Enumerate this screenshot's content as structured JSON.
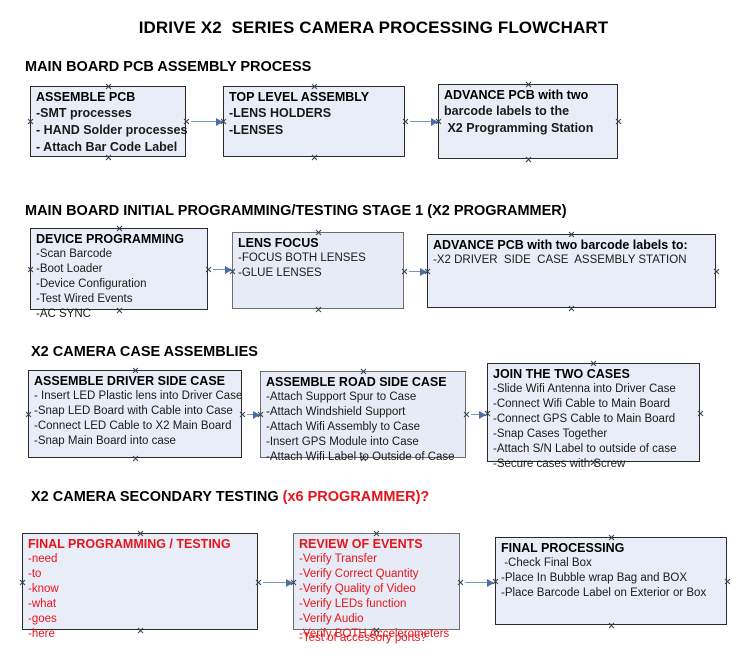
{
  "title": "IDRIVE X2  SERIES CAMERA PROCESSING FLOWCHART",
  "sections": [
    {
      "heading": "MAIN BOARD PCB ASSEMBLY PROCESS",
      "note": ""
    },
    {
      "heading": "MAIN BOARD INITIAL PROGRAMMING/TESTING STAGE 1 (X2 PROGRAMMER)",
      "note": ""
    },
    {
      "heading": "X2 CAMERA CASE ASSEMBLIES",
      "note": ""
    },
    {
      "heading": "X2 CAMERA SECONDARY TESTING ",
      "note": "(x6 PROGRAMMER)?"
    }
  ],
  "nodes": {
    "assemble_pcb": {
      "title": "ASSEMBLE PCB",
      "lines": [
        "-SMT processes",
        "- HAND Solder processes",
        "- Attach Bar Code Label"
      ]
    },
    "top_level_assembly": {
      "title": "TOP LEVEL ASSEMBLY",
      "lines": [
        "-LENS HOLDERS",
        "-LENSES"
      ]
    },
    "advance_pcb_station": {
      "title": "ADVANCE PCB with two",
      "lines": [
        "barcode labels to the",
        " X2 Programming Station"
      ]
    },
    "device_programming": {
      "title": "DEVICE PROGRAMMING",
      "lines": [
        "-Scan Barcode",
        "-Boot Loader",
        "-Device Configuration",
        "-Test Wired Events",
        "-AC SYNC"
      ]
    },
    "lens_focus": {
      "title": "LENS FOCUS",
      "lines": [
        "-FOCUS BOTH LENSES",
        "-GLUE LENSES"
      ]
    },
    "advance_pcb_driver_side": {
      "title": "ADVANCE PCB with two barcode labels to:",
      "lines": [
        "-X2 DRIVER  SIDE  CASE  ASSEMBLY STATION"
      ]
    },
    "assemble_driver_side_case": {
      "title": "ASSEMBLE DRIVER SIDE CASE",
      "lines": [
        "- Insert LED Plastic lens into Driver Case",
        "-Snap LED Board with Cable into Case",
        "-Connect LED Cable to X2 Main Board",
        "-Snap Main Board into case"
      ]
    },
    "assemble_road_side_case": {
      "title": "ASSEMBLE ROAD SIDE CASE",
      "lines": [
        "-Attach Support Spur to Case",
        "-Attach Windshield Support",
        "-Attach Wifi Assembly to Case",
        "-Insert GPS Module into Case",
        "-Attach Wifi Label to Outside of Case"
      ]
    },
    "join_the_two_cases": {
      "title": "JOIN THE TWO CASES",
      "lines": [
        "-Slide Wifi Antenna into Driver Case",
        "-Connect Wifi Cable to Main Board",
        "-Connect GPS Cable to Main Board",
        "-Snap Cases Together",
        "-Attach S/N Label to outside of case",
        "-Secure cases with Screw"
      ]
    },
    "final_programming_testing": {
      "title": "FINAL PROGRAMMING / TESTING",
      "lines": [
        "-need",
        "-to",
        "-know",
        "-what",
        "-goes",
        "-here"
      ]
    },
    "review_of_events": {
      "title": "REVIEW OF EVENTS",
      "lines": [
        "-Verify Transfer",
        "-Verify Correct Quantity",
        "-Verify Quality of Video",
        "-Verify LEDs function",
        "-Verify Audio",
        "-Verify BOTH Accelerometers"
      ],
      "overflow_line": "-Test of accessory ports?"
    },
    "final_processing": {
      "title": "FINAL PROCESSING",
      "lines": [
        " -Check Final Box",
        "-Place In Bubble wrap Bag and BOX",
        "-Place Barcode Label on Exterior or Box"
      ]
    }
  },
  "colors": {
    "box_fill": "#e8edf7",
    "box_border": "#2b2b2b",
    "box_border_gray": "#6d6d6d",
    "arrow": "#4a6ea5",
    "text": "#000000",
    "red_text": "#e8141c"
  }
}
